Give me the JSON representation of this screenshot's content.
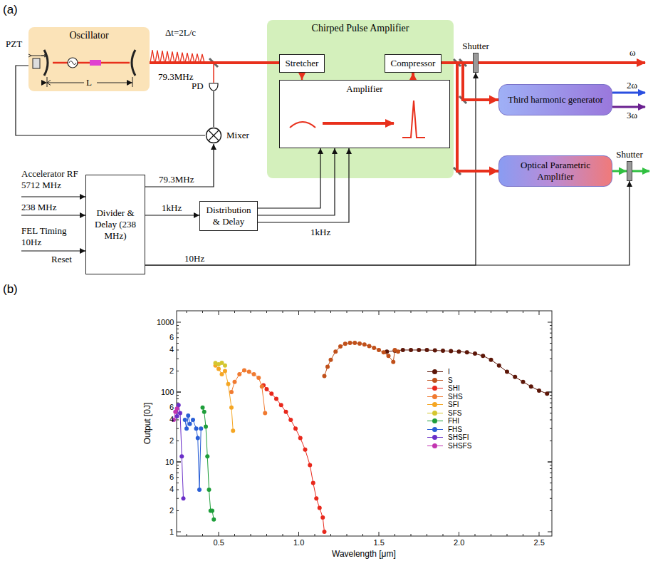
{
  "diagram": {
    "nodes": [
      {
        "text": [
          "Oscillator"
        ]
      },
      {
        "text": [
          "PD"
        ]
      },
      {
        "text": [
          "Mixer"
        ]
      },
      {
        "text": [
          "Chirped Pulse Amplifier"
        ]
      },
      {
        "text": [
          "Stretcher"
        ],
        "in": 3
      },
      {
        "text": [
          "Compressor"
        ],
        "in": 3
      },
      {
        "text": [
          "Amplifier"
        ],
        "in": 3
      },
      {
        "text": [
          "Divider & Delay (238 MHz)"
        ]
      },
      {
        "text": [
          "Distribution & Delay"
        ]
      },
      {
        "text": [
          "Shutter"
        ]
      },
      {
        "text": [
          "Third harmonic generator"
        ]
      },
      {
        "text": [
          "Optical Parametric Amplifier"
        ]
      },
      {
        "text": [
          "Shutter"
        ]
      }
    ],
    "edges": [
      {
        "from": 0,
        "to": 4,
        "arrow": "none"
      },
      {
        "from": 0,
        "to": 1,
        "arrow": "none"
      },
      {
        "from": 1,
        "to": 2,
        "arrow": "none"
      },
      {
        "from": 2,
        "to": 0,
        "arrow": "none"
      },
      {
        "from": 4,
        "to": 6,
        "arrow": "to"
      },
      {
        "from": 6,
        "to": 5,
        "arrow": "to"
      },
      {
        "from": 7,
        "to": 2,
        "arrow": "to",
        "label": "79.3MHz"
      },
      {
        "from": 7,
        "to": 8,
        "arrow": "to",
        "label": "1kHz"
      },
      {
        "from": 8,
        "to": 6,
        "arrow": "to"
      },
      {
        "from": 8,
        "to": 6,
        "arrow": "to"
      },
      {
        "from": 8,
        "to": 6,
        "arrow": "to"
      },
      {
        "from": 7,
        "to": 9,
        "arrow": "to"
      },
      {
        "from": 7,
        "to": 12,
        "arrow": "to",
        "label": "10Hz"
      },
      {
        "from": 5,
        "to": 9,
        "arrow": "none"
      },
      {
        "from": 5,
        "to": 10,
        "arrow": "to"
      },
      {
        "from": 5,
        "to": 11,
        "arrow": "to"
      },
      {
        "from": 11,
        "to": 12,
        "arrow": "to"
      }
    ],
    "labels": [
      "(a)",
      "PZT",
      "L",
      "Δt=2L/c",
      "79.3MHz",
      "Accelerator RF",
      "5712 MHz",
      "238 MHz",
      "FEL Timing",
      "10Hz",
      "Reset",
      "1kHz",
      "ω",
      "2ω",
      "3ω",
      "(b)",
      "1000",
      "6",
      "4",
      "2",
      "100",
      "6",
      "4",
      "2",
      "10",
      "6",
      "4",
      "2",
      "1",
      "0.5",
      "1.0",
      "1.5",
      "2.0",
      "2.5",
      "Wavelength [μm]",
      "Output [0J]"
    ],
    "legend": [
      {
        "text": "I",
        "color": "#5c1608"
      },
      {
        "text": "S",
        "color": "#c0501a"
      },
      {
        "text": "SHI",
        "color": "#e8281c"
      },
      {
        "text": "SHS",
        "color": "#f07a30"
      },
      {
        "text": "SFI",
        "color": "#f5a623"
      },
      {
        "text": "SFS",
        "color": "#d4c630"
      },
      {
        "text": "FHI",
        "color": "#1e9e3a"
      },
      {
        "text": "FHS",
        "color": "#2a5fd6"
      },
      {
        "text": "SHSFI",
        "color": "#6a2fc8"
      },
      {
        "text": "SHSFS",
        "color": "#c234b0"
      }
    ]
  }
}
